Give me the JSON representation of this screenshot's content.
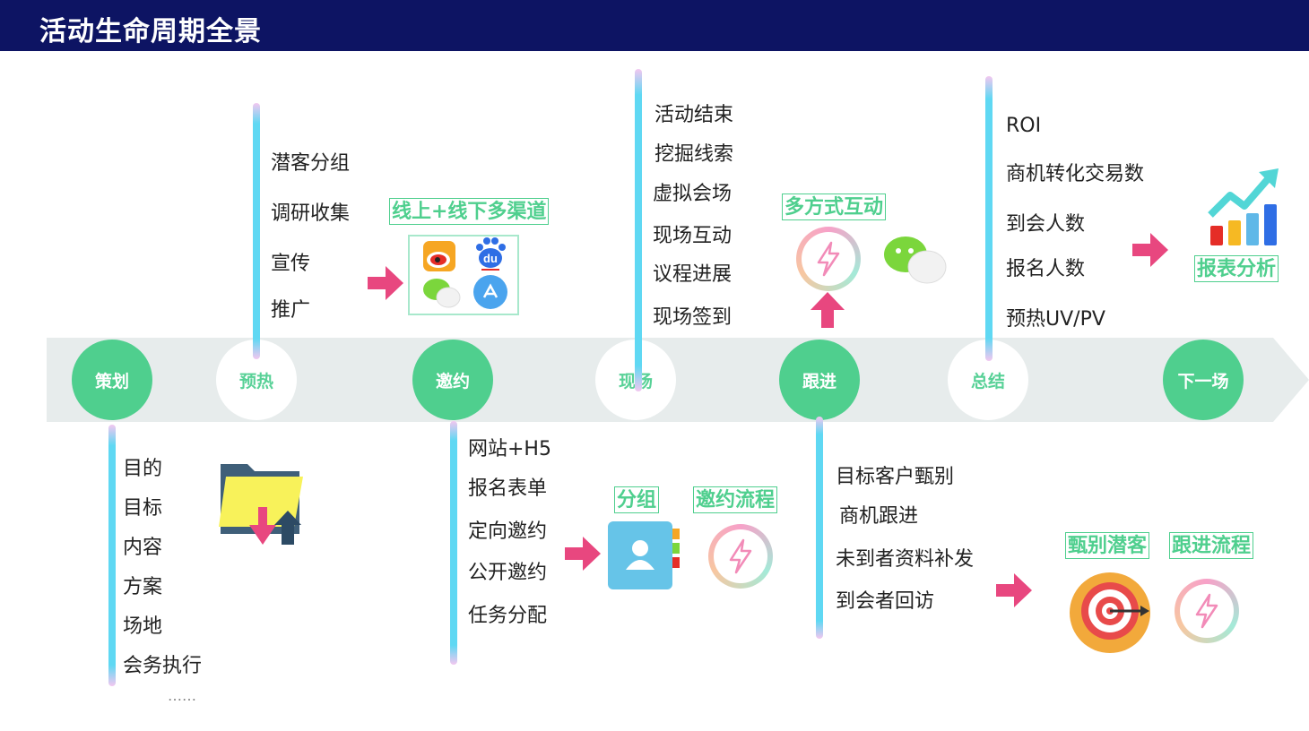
{
  "title": "活动生命周期全景",
  "stages": [
    "策划",
    "预热",
    "邀约",
    "现场",
    "跟进",
    "总结",
    "下一场"
  ],
  "planning": {
    "items": [
      "目的",
      "目标",
      "内容",
      "方案",
      "场地",
      "会务执行"
    ],
    "more": "……"
  },
  "warmup": {
    "items": [
      "潜客分组",
      "调研收集",
      "宣传",
      "推广"
    ],
    "tag": "线上+线下多渠道"
  },
  "invite": {
    "items": [
      "网站+H5",
      "报名表单",
      "定向邀约",
      "公开邀约",
      "任务分配"
    ],
    "tags": [
      "分组",
      "邀约流程"
    ]
  },
  "onsite": {
    "items": [
      "活动结束",
      "挖掘线索",
      "虚拟会场",
      "现场互动",
      "议程进展",
      "现场签到"
    ]
  },
  "followup": {
    "items": [
      "目标客户甄别",
      "商机跟进",
      "未到者资料补发",
      "到会者回访"
    ],
    "tags": [
      "甄别潜客",
      "跟进流程"
    ],
    "top_tag": "多方式互动"
  },
  "summary": {
    "items": [
      "ROI",
      "商机转化交易数",
      "到会人数",
      "报名人数",
      "预热UV/PV"
    ],
    "tag": "报表分析"
  },
  "colors": {
    "header": "#0d1463",
    "green": "#4fcf8e",
    "arrow": "#e8477f",
    "bar": "#5fd8f3"
  },
  "icons": [
    "weibo-icon",
    "baidu-icon",
    "wechat-icon",
    "appstore-icon",
    "folder-icon",
    "contacts-icon",
    "lightning-icon",
    "target-icon",
    "chart-icon"
  ]
}
